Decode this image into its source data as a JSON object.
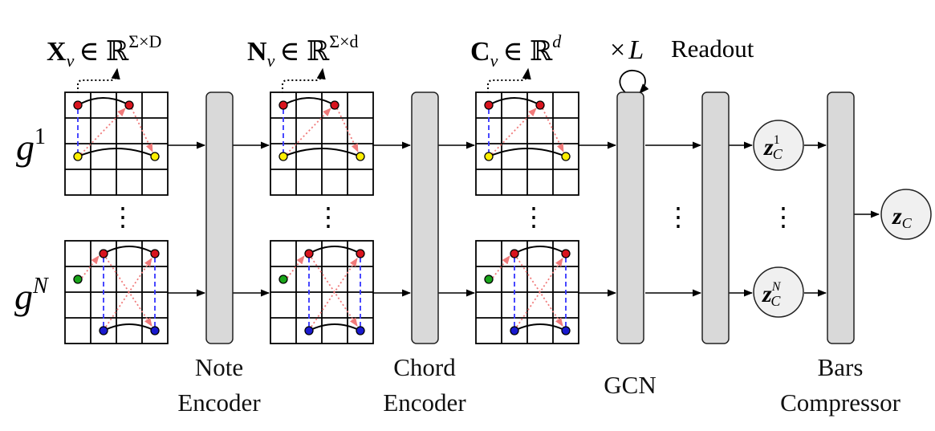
{
  "headers": {
    "x_var": "X",
    "x_sub": "v",
    "x_space": "∈ ℝ",
    "x_sup": "Σ×D",
    "n_var": "N",
    "n_sub": "v",
    "n_space": "∈ ℝ",
    "n_sup": "Σ×d",
    "c_var": "C",
    "c_sub": "v",
    "c_space": "∈ ℝ",
    "c_sup": "d",
    "loop_times": "×",
    "loop_var": "L",
    "readout": "Readout"
  },
  "graphs": {
    "top_var": "g",
    "top_sup": "1",
    "bottom_var": "g",
    "bottom_sup": "N"
  },
  "modules": {
    "note_line1": "Note",
    "note_line2": "Encoder",
    "chord_line1": "Chord",
    "chord_line2": "Encoder",
    "gcn": "GCN",
    "bars_line1": "Bars",
    "bars_line2": "Compressor"
  },
  "latents": {
    "z_var": "z",
    "z_sub": "C",
    "top_sup": "1",
    "bottom_sup": "N"
  },
  "ellipsis": "⋮",
  "colors": {
    "node_red": "#d9141e",
    "node_yellow": "#ffee00",
    "node_green": "#1aa51a",
    "node_blue": "#1a1acf",
    "edge_blue": "#3535ff",
    "edge_pink": "#f07a7a",
    "block_fill": "#d9d9d9",
    "circle_fill": "#f0f0f0"
  }
}
